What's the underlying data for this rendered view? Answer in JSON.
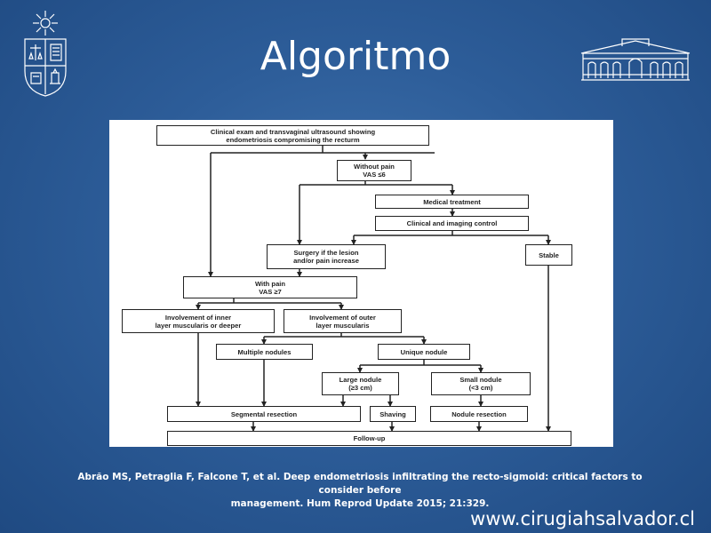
{
  "slide": {
    "title": "Algoritmo",
    "citation_line1": "Abrão MS, Petraglia F, Falcone T, et al. Deep endometriosis infiltrating the recto-sigmoid: critical factors to consider before",
    "citation_line2": "management. Hum Reprod Update 2015; 21:329.",
    "website": "www.cirugiahsalvador.cl"
  },
  "logos": {
    "left": "university-crest",
    "right": "hospital-building"
  },
  "flowchart": {
    "nodes": {
      "start": "Clinical exam and transvaginal ultrasound showing\nendometriosis compromising the recturm",
      "without_pain": "Without pain\nVAS ≤6",
      "medical_treatment": "Medical treatment",
      "control": "Clinical and imaging control",
      "surgery_if": "Surgery if the lesion\nand/or pain increase",
      "stable": "Stable",
      "with_pain": "With pain\nVAS ≥7",
      "inner": "Involvement of inner\nlayer muscularis or deeper",
      "outer": "Involvement of outer\nlayer muscularis",
      "multiple": "Multiple nodules",
      "unique": "Unique nodule",
      "large": "Large nodule\n(≥3 cm)",
      "small": "Small nodule\n(<3 cm)",
      "segmental": "Segmental resection",
      "shaving": "Shaving",
      "nodule_resection": "Nodule resection",
      "follow_up": "Follow-up"
    }
  }
}
